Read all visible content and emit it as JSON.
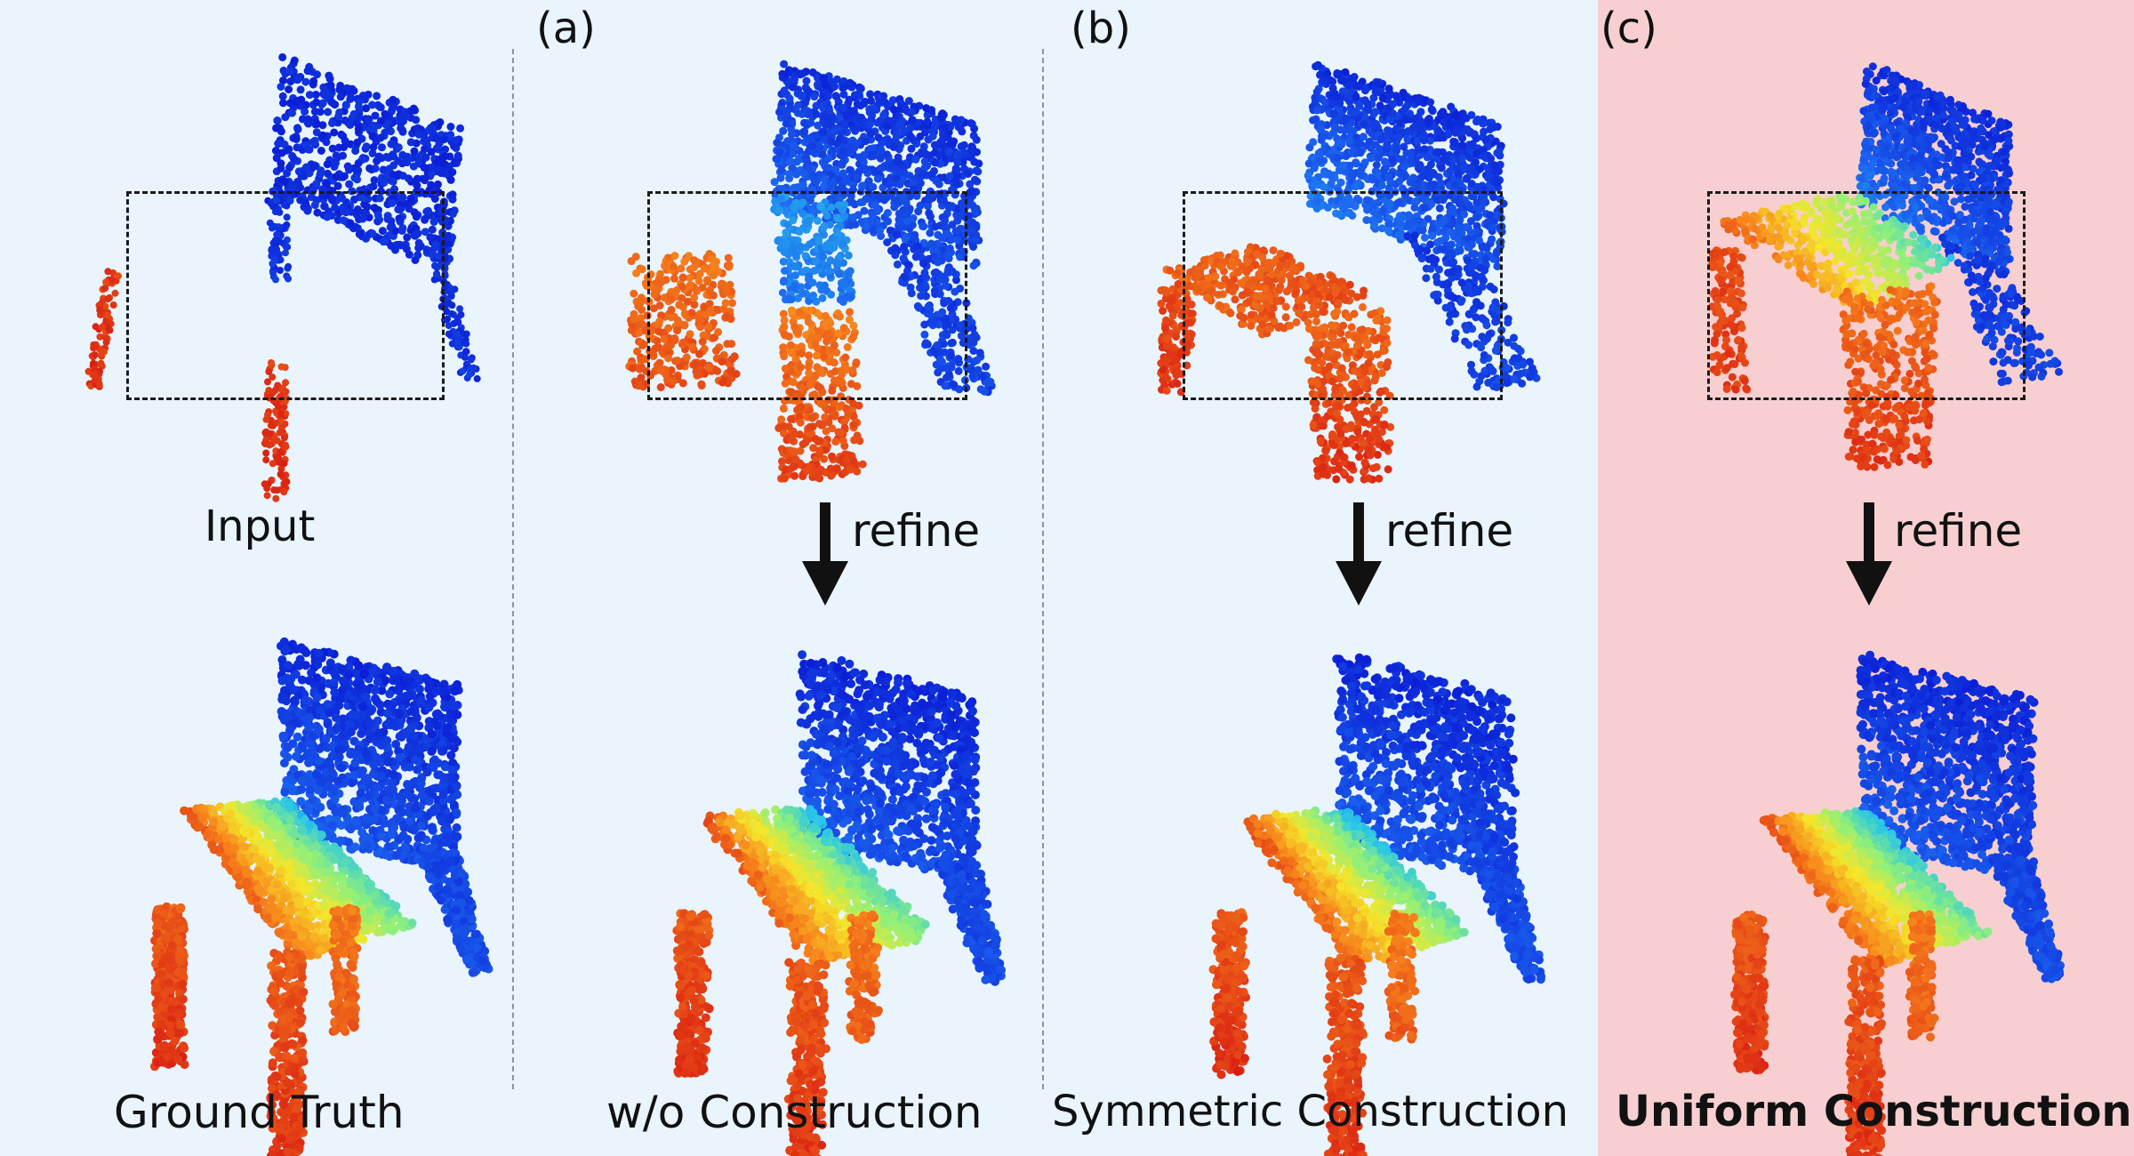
{
  "panel_letters": {
    "a": "(a)",
    "b": "(b)",
    "c": "(c)"
  },
  "labels": {
    "input": "Input",
    "ground_truth": "Ground Truth",
    "wo_construction": "w/o Construction",
    "symmetric_construction": "Symmetric Construction",
    "uniform_construction": "Uniform Construction"
  },
  "refine_label": "refine",
  "colors": {
    "panel_background": "#e9f4fd",
    "highlight_background": "#f8cfd0",
    "colormap": [
      "#0b1fd6",
      "#1d6cf2",
      "#28c6e8",
      "#8ff07a",
      "#f6e62a",
      "#f7831c",
      "#d91d12"
    ]
  }
}
